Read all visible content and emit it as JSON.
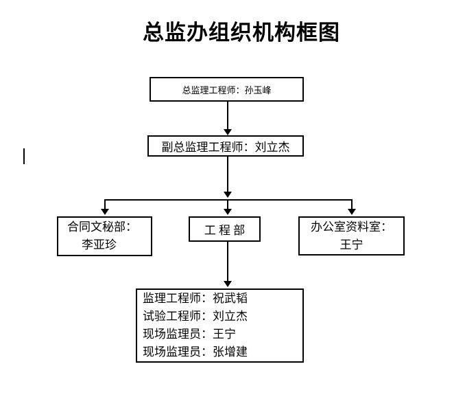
{
  "page": {
    "title": "总监办组织机构框图"
  },
  "org": {
    "chief": {
      "label": "总监理工程师：孙玉峰"
    },
    "deputy": {
      "label": "副总监理工程师：刘立杰"
    },
    "contract_dept": {
      "title": "合同文秘部：",
      "name": "李亚珍"
    },
    "engineering_dept": {
      "title": "工 程 部"
    },
    "office_dept": {
      "title": "办公室资料室：",
      "name": "王宁"
    },
    "staff": {
      "lines": [
        "监理工程师：祝武韬",
        "试验工程师：刘立杰",
        "现场监理员：王宁",
        "现场监理员：张增建"
      ]
    }
  },
  "colors": {
    "line": "#000000",
    "text": "#000000",
    "background": "#ffffff"
  }
}
